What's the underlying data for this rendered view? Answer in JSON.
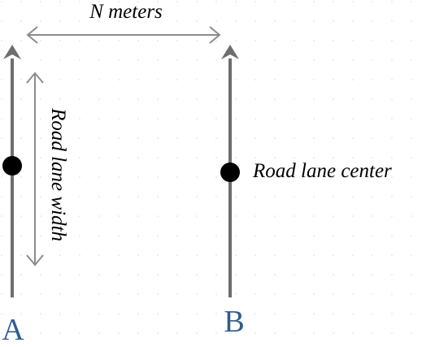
{
  "labels": {
    "distance": "N meters",
    "lane_width": "Road lane width",
    "lane_center": "Road lane center",
    "line_a": "A",
    "line_b": "B"
  },
  "colors": {
    "background": "#ffffff",
    "road_line": "#6e6e6e",
    "dimension_arrow": "#8c8c8c",
    "center_dot": "#000000",
    "letter_label": "#2f5d8f",
    "grid_dot": "#d9d9d9"
  },
  "icons": {
    "dot": "filled-circle",
    "arrow": "arrowhead"
  }
}
